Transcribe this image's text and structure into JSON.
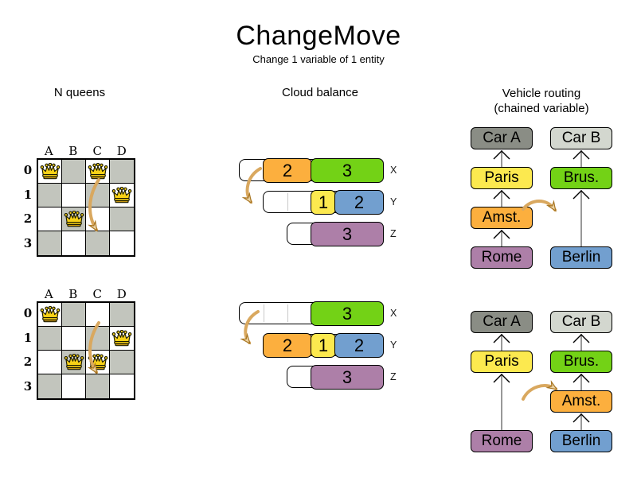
{
  "title": "ChangeMove",
  "subtitle": "Change 1 variable of 1 entity",
  "colors": {
    "orange": "#fcaf3e",
    "green": "#73d216",
    "yellow": "#fce94f",
    "blue": "#729fcf",
    "purple": "#ad7fa8",
    "gray_dark": "#8a8d85",
    "gray_light": "#d3d7cf",
    "board_gray": "#c2c5bd",
    "queen_gold": "#f7d117",
    "queen_gold_dark": "#e0a913",
    "arrow_shaft": "#d9a85f",
    "arrow_head_fill": "#ecd3a4",
    "arrow_head_stroke": "#a87623"
  },
  "nqueens": {
    "header": "N queens",
    "column_labels": [
      "A",
      "B",
      "C",
      "D"
    ],
    "row_labels": [
      "0",
      "1",
      "2",
      "3"
    ],
    "boards": [
      {
        "name": "before",
        "queens": [
          {
            "col": 0,
            "row": 0
          },
          {
            "col": 2,
            "row": 0
          },
          {
            "col": 3,
            "row": 1
          },
          {
            "col": 1,
            "row": 2
          }
        ]
      },
      {
        "name": "after",
        "queens": [
          {
            "col": 0,
            "row": 0
          },
          {
            "col": 3,
            "row": 1
          },
          {
            "col": 1,
            "row": 2
          },
          {
            "col": 2,
            "row": 2
          }
        ]
      }
    ]
  },
  "cloud_balance": {
    "header": "Cloud balance",
    "states": [
      {
        "name": "before",
        "rows": [
          {
            "label": "X",
            "empty_units": 1,
            "blocks": [
              {
                "value": "2",
                "color": "orange",
                "units": 2
              },
              {
                "value": "3",
                "color": "green",
                "units": 3
              }
            ]
          },
          {
            "label": "Y",
            "empty_units": 2,
            "blocks": [
              {
                "value": "1",
                "color": "yellow",
                "units": 1
              },
              {
                "value": "2",
                "color": "blue",
                "units": 2
              }
            ]
          },
          {
            "label": "Z",
            "empty_units": 1,
            "blocks": [
              {
                "value": "3",
                "color": "purple",
                "units": 3
              }
            ]
          }
        ]
      },
      {
        "name": "after",
        "rows": [
          {
            "label": "X",
            "empty_units": 3,
            "blocks": [
              {
                "value": "3",
                "color": "green",
                "units": 3
              }
            ]
          },
          {
            "label": "Y",
            "empty_units": 0,
            "blocks": [
              {
                "value": "2",
                "color": "orange",
                "units": 2
              },
              {
                "value": "1",
                "color": "yellow",
                "units": 1
              },
              {
                "value": "2",
                "color": "blue",
                "units": 2
              }
            ]
          },
          {
            "label": "Z",
            "empty_units": 1,
            "blocks": [
              {
                "value": "3",
                "color": "purple",
                "units": 3
              }
            ]
          }
        ]
      }
    ]
  },
  "vehicle_routing": {
    "header": "Vehicle routing",
    "subheader": "(chained variable)",
    "states": [
      {
        "name": "before",
        "chains": [
          {
            "anchor": "left",
            "boxes": [
              {
                "label": "Car A",
                "color": "gray_dark",
                "row": 0
              },
              {
                "label": "Paris",
                "color": "yellow",
                "row": 1
              },
              {
                "label": "Amst.",
                "color": "orange",
                "row": 2
              },
              {
                "label": "Rome",
                "color": "purple",
                "row": 3
              }
            ]
          },
          {
            "anchor": "right",
            "boxes": [
              {
                "label": "Car B",
                "color": "gray_light",
                "row": 0
              },
              {
                "label": "Brus.",
                "color": "green",
                "row": 1
              },
              {
                "label": "Berlin",
                "color": "blue",
                "row": 3
              }
            ]
          }
        ]
      },
      {
        "name": "after",
        "chains": [
          {
            "anchor": "left",
            "boxes": [
              {
                "label": "Car A",
                "color": "gray_dark",
                "row": 0
              },
              {
                "label": "Paris",
                "color": "yellow",
                "row": 1
              },
              {
                "label": "Rome",
                "color": "purple",
                "row": 3
              }
            ]
          },
          {
            "anchor": "right",
            "boxes": [
              {
                "label": "Car B",
                "color": "gray_light",
                "row": 0
              },
              {
                "label": "Brus.",
                "color": "green",
                "row": 1
              },
              {
                "label": "Amst.",
                "color": "orange",
                "row": 2
              },
              {
                "label": "Berlin",
                "color": "blue",
                "row": 3
              }
            ]
          }
        ]
      }
    ]
  }
}
